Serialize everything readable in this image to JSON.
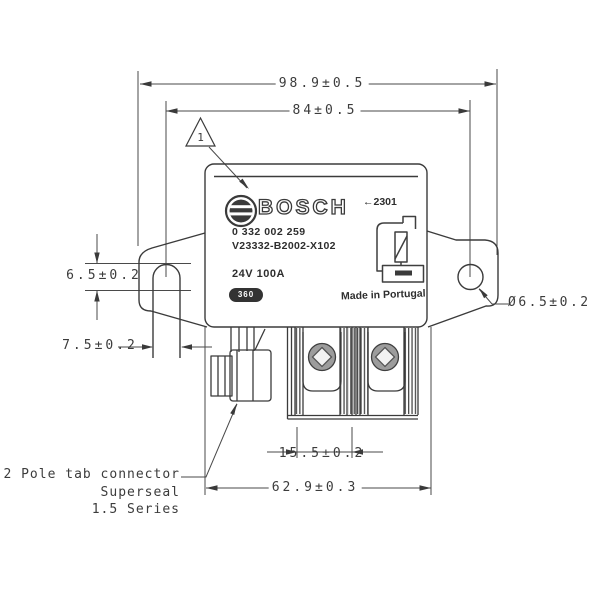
{
  "drawing": {
    "dimensions": {
      "overall_width": "98.9±0.5",
      "hole_spacing": "84±0.5",
      "hole_height": "6.5±0.2",
      "slot_width": "7.5±0.2",
      "hole_diameter": "Ø6.5±0.2",
      "stud_spacing": "15.5±0.2",
      "base_width": "62.9±0.3"
    },
    "callout": "1",
    "label": {
      "brand": "BOSCH",
      "part_number": "0 332 002 259",
      "type_number": "V23332-B2002-X102",
      "rating": "24V 100A",
      "date_code": "←2301",
      "origin": "Made in Portugal",
      "badge": "360"
    },
    "note": {
      "line1": "2 Pole tab connector",
      "line2": "Superseal",
      "line3": "1.5 Series"
    },
    "colors": {
      "line": "#3b3b3b",
      "dim_line": "#4a4a4a",
      "stud_ring": "#9c9c9c"
    }
  }
}
